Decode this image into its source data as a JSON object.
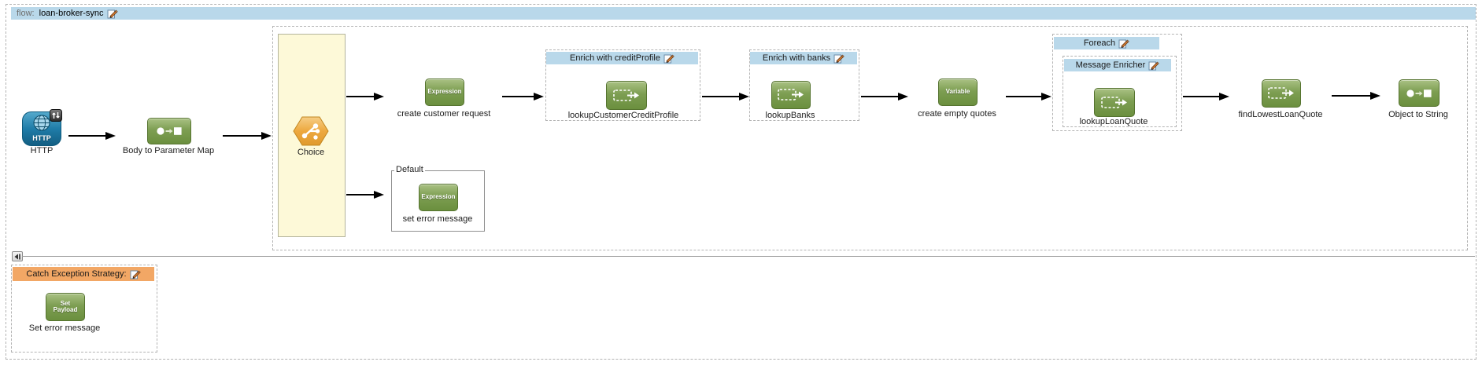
{
  "flow_header": {
    "prefix": "flow:",
    "name": "loan-broker-sync"
  },
  "nodes": {
    "http": {
      "label": "HTTP",
      "icon_text": "HTTP"
    },
    "body_to_parameter_map": {
      "label": "Body to Parameter Map"
    },
    "choice": {
      "label": "Choice"
    },
    "create_customer_request": {
      "label": "create customer request",
      "icon_text": "Expression"
    },
    "enrich_with_credit_profile": {
      "title": "Enrich with creditProfile",
      "processor_label": "lookupCustomerCreditProfile"
    },
    "enrich_with_banks": {
      "title": "Enrich with banks",
      "processor_label": "lookupBanks"
    },
    "create_empty_quotes": {
      "label": "create empty quotes",
      "icon_text": "Variable"
    },
    "foreach": {
      "title": "Foreach"
    },
    "message_enricher": {
      "title": "Message Enricher",
      "processor_label": "lookupLoanQuote"
    },
    "find_lowest_loan_quote": {
      "label": "findLowestLoanQuote"
    },
    "object_to_string": {
      "label": "Object to String"
    },
    "default_branch": {
      "title": "Default",
      "label": "set error message",
      "icon_text": "Expression"
    },
    "catch_exception": {
      "title": "Catch Exception Strategy:",
      "icon_line1": "Set",
      "icon_line2": "Payload",
      "label": "Set error message"
    }
  },
  "colors": {
    "scope_header_bg": "#b9d8ea",
    "exception_header_bg": "#f2a765",
    "choice_bg": "#fdf9d8",
    "icon_green": "#6b8f3e",
    "http_blue": "#1b7fae",
    "choice_orange": "#eda83f"
  }
}
